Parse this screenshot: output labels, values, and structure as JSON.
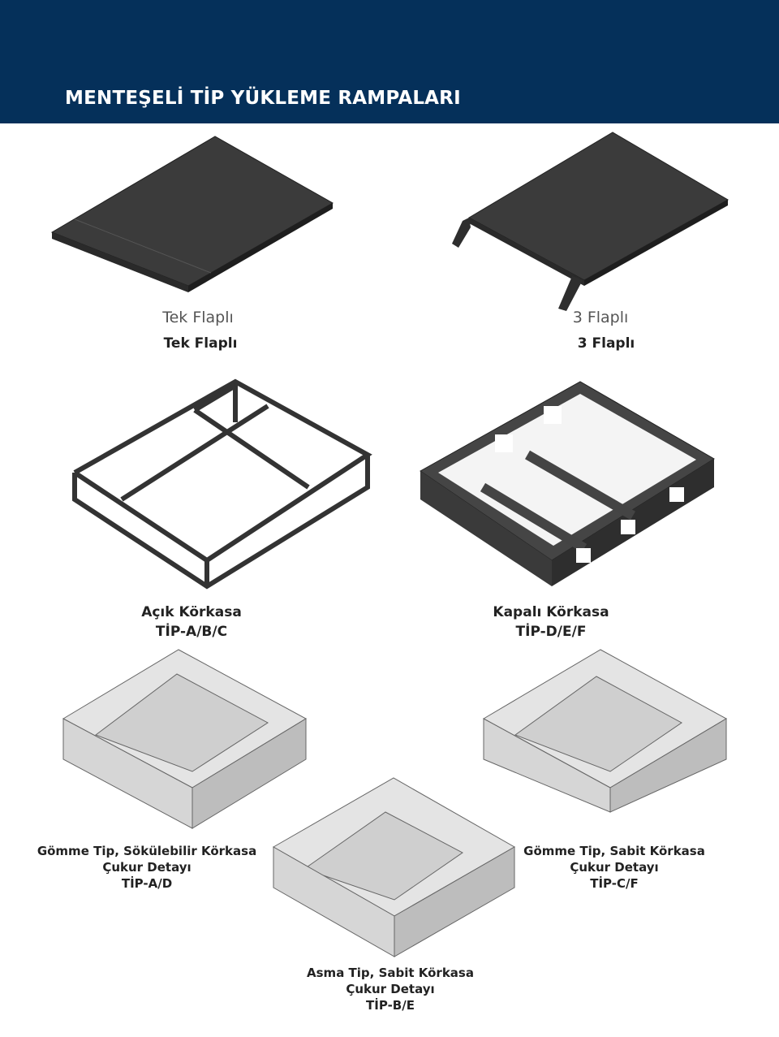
{
  "header": {
    "title": "MENTEŞELİ TİP YÜKLEME RAMPALARI",
    "background": "#05305a"
  },
  "ramps": [
    {
      "image_label": "Tek Flaplı",
      "caption": "Tek Flaplı"
    },
    {
      "image_label": "3 Flaplı",
      "caption": "3 Flaplı"
    }
  ],
  "frames": [
    {
      "line1": "Açık Körkasa",
      "line2": "TİP-A/B/C"
    },
    {
      "line1": "Kapalı Körkasa",
      "line2": "TİP-D/E/F"
    }
  ],
  "pits": [
    {
      "line1": "Gömme Tip, Sökülebilir Körkasa",
      "line2": "Çukur Detayı",
      "line3": "TİP-A/D"
    },
    {
      "line1": "Gömme Tip, Sabit Körkasa",
      "line2": "Çukur Detayı",
      "line3": "TİP-C/F"
    },
    {
      "line1": "Asma Tip, Sabit Körkasa",
      "line2": "Çukur Detayı",
      "line3": "TİP-B/E"
    }
  ]
}
